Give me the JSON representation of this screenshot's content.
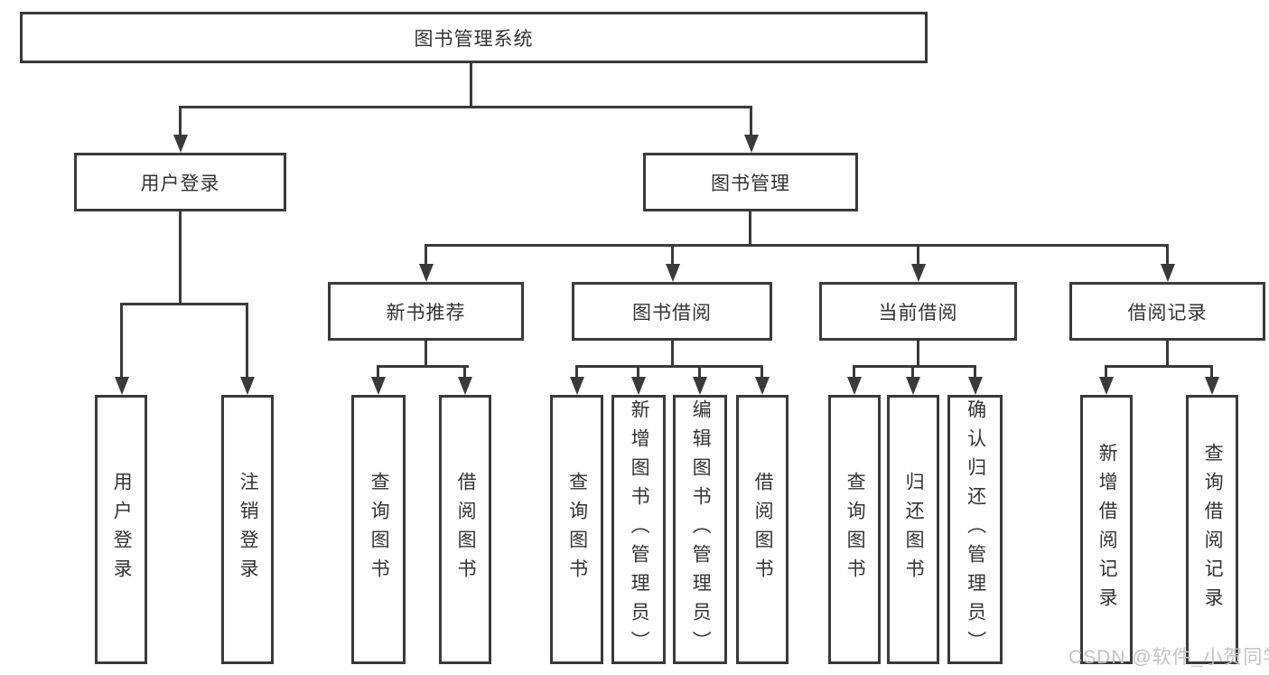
{
  "diagram": {
    "title": "图书管理系统",
    "nodes": {
      "root": {
        "label": "图书管理系统"
      },
      "user_login": {
        "label": "用户登录"
      },
      "book_management": {
        "label": "图书管理"
      },
      "new_book_recommendation": {
        "label": "新书推荐"
      },
      "book_borrowing": {
        "label": "图书借阅"
      },
      "current_borrowing": {
        "label": "当前借阅"
      },
      "borrowing_records": {
        "label": "借阅记录"
      }
    },
    "leaves": [
      {
        "label": "用户登录",
        "parent": "用户登录"
      },
      {
        "label": "注销登录",
        "parent": "用户登录"
      },
      {
        "label": "查询图书",
        "parent": "新书推荐"
      },
      {
        "label": "借阅图书",
        "parent": "新书推荐"
      },
      {
        "label": "查询图书",
        "parent": "图书借阅"
      },
      {
        "label": "新增图书（管理员）",
        "parent": "图书借阅"
      },
      {
        "label": "编辑图书（管理员）",
        "parent": "图书借阅"
      },
      {
        "label": "借阅图书",
        "parent": "图书借阅"
      },
      {
        "label": "查询图书",
        "parent": "当前借阅"
      },
      {
        "label": "归还图书",
        "parent": "当前借阅"
      },
      {
        "label": "确认归还（管理员）",
        "parent": "当前借阅"
      },
      {
        "label": "新增借阅记录",
        "parent": "借阅记录"
      },
      {
        "label": "查询借阅记录",
        "parent": "借阅记录"
      }
    ],
    "watermark": "CSDN @软件_小贺同学",
    "colors": {
      "line": "#3a3a3a",
      "text": "#333333",
      "watermark": "#c3c3c3",
      "background": "#ffffff"
    }
  }
}
